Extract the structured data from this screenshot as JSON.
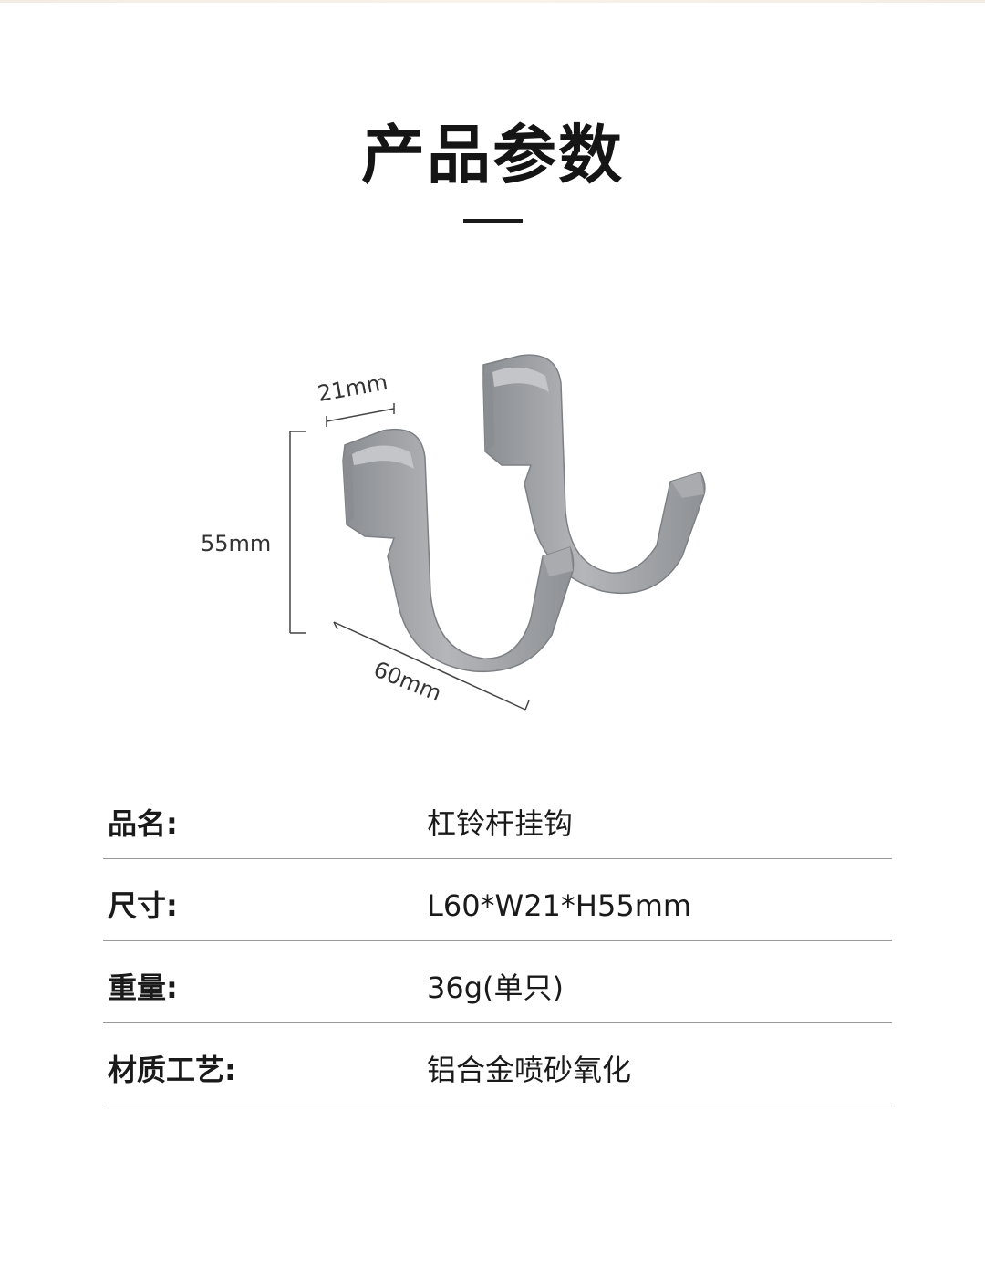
{
  "page": {
    "title": "产品参数"
  },
  "figure": {
    "width_label": "21mm",
    "height_label": "55mm",
    "length_label": "60mm",
    "icon": "barbell-hook-pair-image"
  },
  "specs": [
    {
      "label": "品名:",
      "value": "杠铃杆挂钩"
    },
    {
      "label": "尺寸:",
      "value": "L60*W21*H55mm"
    },
    {
      "label": "重量:",
      "value": "36g(单只)"
    },
    {
      "label": "材质工艺:",
      "value": "铝合金喷砂氧化"
    }
  ],
  "colors": {
    "metal_light": "#b7b9bc",
    "metal_mid": "#9c9fa3",
    "metal_dark": "#7b7e82",
    "divider": "#9a9a9a"
  }
}
